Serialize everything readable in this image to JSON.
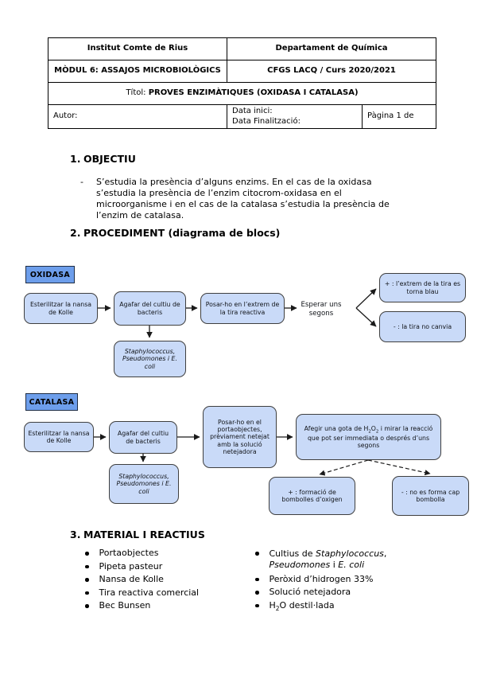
{
  "palette": {
    "label_fill": "#6d9eeb",
    "box_fill": "#c9daf8",
    "box_border": "#3f3f3f",
    "table_border": "#000000"
  },
  "header": {
    "institute": "Institut Comte de Rius",
    "department": "Departament de Química",
    "module": "MÒDUL 6: ASSAJOS MICROBIOLÒGICS",
    "course": "CFGS LACQ / Curs 2020/2021",
    "title_label": "Títol: ",
    "title": "PROVES ENZIMÀTIQUES (OXIDASA I CATALASA)",
    "author_label": "Autor:",
    "date_start_label": "Data inici:",
    "date_end_label": "Data Finalització:",
    "page_label": "Pàgina 1 de"
  },
  "sections": {
    "objective": {
      "number": "1.",
      "title": "OBJECTIU",
      "dash": "-",
      "text": "S’estudia la presència d’alguns enzims. En el cas de la oxidasa s’estudia la presència de l’enzim citocrom-oxidasa en el microorganisme i en el cas de la catalasa s’estudia la presència de l’enzim de catalasa."
    },
    "procedure": {
      "number": "2.",
      "title": "PROCEDIMENT (diagrama de blocs)"
    },
    "materials": {
      "number": "3.",
      "title": "MATERIAL I REACTIUS"
    }
  },
  "oxidasa": {
    "label": "OXIDASA",
    "step1": "Esterilitzar la nansa de Kolle",
    "step2": "Agafar del cultiu de bacteris",
    "step3": "Posar-ho en l’extrem de la tira reactiva",
    "wait": "Esperar uns segons",
    "positive": "+ : l’extrem de la tira es torna blau",
    "negative": "- : la tira no canvia",
    "organisms": "Staphylococcus, Pseudomones i E. coli"
  },
  "catalasa": {
    "label": "CATALASA",
    "step1": "Esterilitzar la nansa de Kolle",
    "step2": "Agafar del cultiu de bacteris",
    "step3": "Posar-ho en el portaobjectes, prèviament netejat amb la solució netejadora",
    "step4": {
      "pre": "Afegir una gota de H",
      "sub1": "2",
      "mid": "O",
      "sub2": "2",
      "post": " i mirar la reacció que pot ser immediata o després d’uns segons"
    },
    "positive": "+ : formació de bombolles d’oxigen",
    "negative": "- : no es forma cap bombolla",
    "organisms": "Staphylococcus, Pseudomones i E. coli"
  },
  "materials_list": {
    "left": [
      "Portaobjectes",
      "Pipeta pasteur",
      "Nansa de Kolle",
      "Tira reactiva comercial",
      "Bec Bunsen"
    ],
    "right_cultius": {
      "pre": "Cultius de ",
      "it1": "Staphylococcus",
      "sep1": ", ",
      "it2": "Pseudomones",
      "sep2": " i ",
      "it3": "E. coli"
    },
    "right_item1": "Peròxid d’hidrogen 33%",
    "right_item2": "Solució netejadora",
    "right_h2o": {
      "pre": "H",
      "sub": "2",
      "post": "O destil·lada"
    }
  }
}
